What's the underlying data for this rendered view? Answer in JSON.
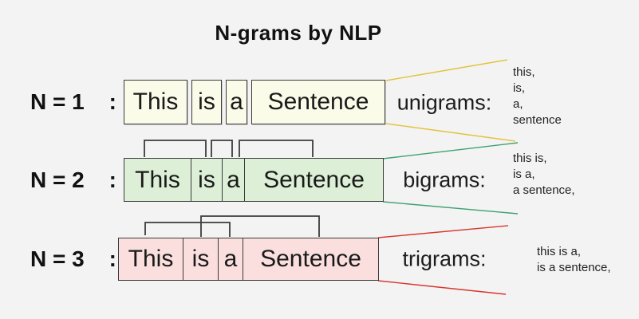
{
  "title": "N-grams by NLP",
  "colors": {
    "background": "#F3F3F4",
    "unigram_box_fill": "#FBFBE9",
    "bigram_box_fill": "#DDEFD7",
    "trigram_box_fill": "#FBDFDF",
    "box_border": "#3B3B3B",
    "bracket": "#3B3B3B",
    "unigram_line": "#E3C33C",
    "bigram_line": "#3FA172",
    "trigram_line": "#D6382C"
  },
  "rows": [
    {
      "n_label": "N = 1",
      "colon": ":",
      "tokens": [
        "This",
        "is",
        "a",
        "Sentence"
      ],
      "gram_label": "unigrams:",
      "grams": [
        "this,",
        "is,",
        "a,",
        "sentence"
      ]
    },
    {
      "n_label": "N = 2",
      "colon": ":",
      "tokens": [
        "This",
        "is",
        "a",
        "Sentence"
      ],
      "gram_label": "bigrams:",
      "grams": [
        "this is,",
        "is a,",
        "a sentence,"
      ]
    },
    {
      "n_label": "N = 3",
      "colon": ":",
      "tokens": [
        "This",
        "is",
        "a",
        "Sentence"
      ],
      "gram_label": "trigrams:",
      "grams": [
        "this is a,",
        "is a sentence,"
      ]
    }
  ]
}
